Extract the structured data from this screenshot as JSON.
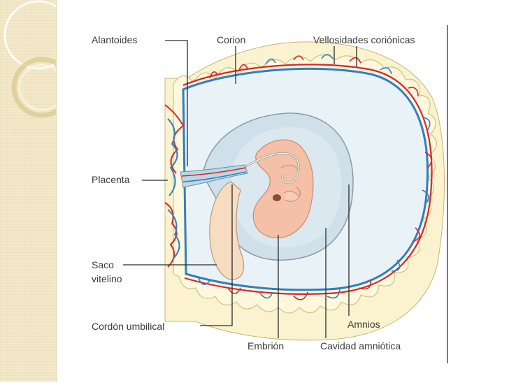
{
  "labels": {
    "alantoides": "Alantoides",
    "corion": "Corion",
    "vellosidades": "Vellosidades coriónicas",
    "placenta": "Placenta",
    "saco_line1": "Saco",
    "saco_line2": "vitelino",
    "cordon": "Cordón umbilical",
    "amnios": "Amnios",
    "embrion": "Embrión",
    "cavidad": "Cavidad amniótica"
  },
  "colors": {
    "sidebar": "#f3e9c9",
    "accent_line": "#8b6aa8",
    "decidua": "#fbf3cf",
    "artery": "#d8252e",
    "vein": "#2f7fc1",
    "chorionic_cavity": "#e9f3f7",
    "amniotic_cavity": "#cfe0ea",
    "embryo": "#f4c0a8",
    "yolk_sac": "#f6dcc0"
  }
}
